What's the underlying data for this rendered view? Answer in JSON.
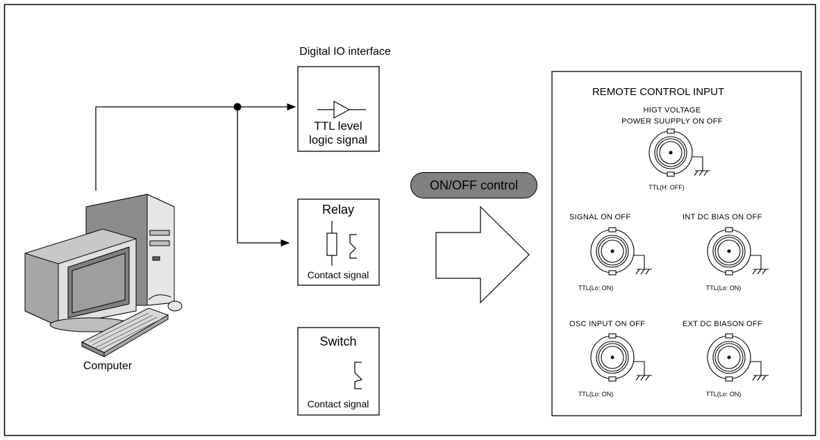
{
  "computer": {
    "label": "Computer"
  },
  "digital_io": {
    "title": "Digital IO interface",
    "line1": "TTL level",
    "line2": "logic signal"
  },
  "relay": {
    "title": "Relay",
    "caption": "Contact signal"
  },
  "switch": {
    "title": "Switch",
    "caption": "Contact signal"
  },
  "control": {
    "label": "ON/OFF control"
  },
  "panel": {
    "title": "REMOTE CONTROL INPUT",
    "hv_line1": "HIGT VOLTAGE",
    "hv_line2": "POWER SUUPPLY ON OFF",
    "hv_ttl": "TTL(H: OFF)",
    "signal_label": "SIGNAL ON OFF",
    "signal_ttl": "TTL(Lo: ON)",
    "int_dc_label": "INT DC BIAS ON OFF",
    "int_dc_ttl": "TTL(Lo: ON)",
    "osc_label": "OSC INPUT ON OFF",
    "osc_ttl": "TTL(Lo: ON)",
    "ext_dc_label": "EXT DC BIASON OFF",
    "ext_dc_ttl": "TTL(Lo: ON)"
  }
}
